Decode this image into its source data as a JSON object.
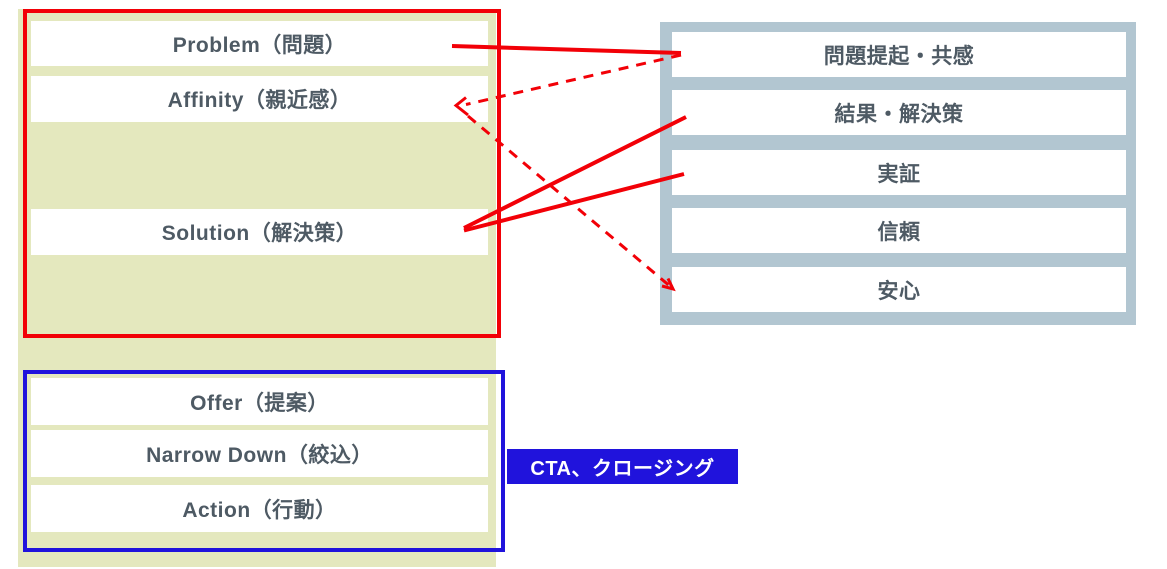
{
  "diagram": {
    "left_top_box": {
      "rows": [
        "Problem（問題）",
        "Affinity（親近感）",
        "Solution（解決策）"
      ]
    },
    "left_bottom_box": {
      "rows": [
        "Offer（提案）",
        "Narrow Down（絞込）",
        "Action（行動）"
      ]
    },
    "right_box": {
      "rows": [
        "問題提起・共感",
        "結果・解決策",
        "実証",
        "信頼",
        "安心"
      ]
    },
    "cta_label": "CTA、クロージング",
    "connections": [
      {
        "from": "Problem（問題）",
        "to": "問題提起・共感",
        "style": "solid"
      },
      {
        "from": "問題提起・共感",
        "to": "Affinity（親近感）",
        "style": "dashed",
        "arrow": "to"
      },
      {
        "from": "Affinity（親近感）",
        "to": "安心",
        "style": "dashed",
        "arrow": "to"
      },
      {
        "from": "Solution（解決策）",
        "to": "結果・解決策",
        "style": "solid"
      },
      {
        "from": "Solution（解決策）",
        "to": "実証",
        "style": "solid"
      }
    ],
    "colors": {
      "left_background": "#e4e8be",
      "right_background": "#b2c6d1",
      "outline_red": "#f20007",
      "outline_blue": "#2013dc",
      "connector_red": "#f20007",
      "text": "#4e5a64",
      "cta_text": "#ffffff"
    }
  }
}
